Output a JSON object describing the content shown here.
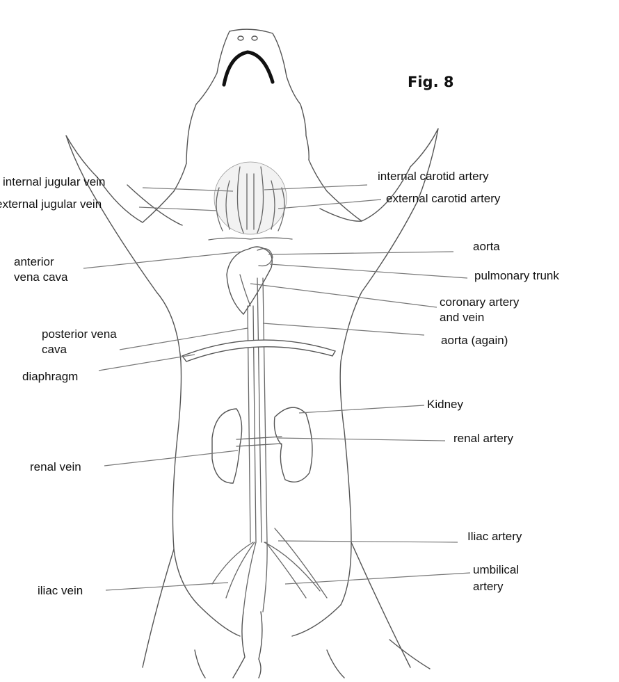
{
  "figure_label": "Fig. 8",
  "labels": {
    "internal_jugular_vein": "internal jugular vein",
    "external_jugular_vein": "external jugular vein",
    "anterior_vena_cava_1": "anterior",
    "anterior_vena_cava_2": "vena cava",
    "posterior_vena_cava_1": "posterior vena",
    "posterior_vena_cava_2": "cava",
    "diaphragm": "diaphragm",
    "renal_vein": "renal vein",
    "iliac_vein": "iliac vein",
    "internal_carotid_artery": "internal carotid artery",
    "external_carotid_artery": "external carotid artery",
    "aorta": "aorta",
    "pulmonary_trunk": "pulmonary trunk",
    "coronary_1": "coronary artery",
    "coronary_2": "and vein",
    "aorta_again": "aorta (again)",
    "kidney": "Kidney",
    "renal_artery": "renal artery",
    "iliac_artery": "Iliac artery",
    "umbilical_1": "umbilical",
    "umbilical_2": "artery"
  }
}
